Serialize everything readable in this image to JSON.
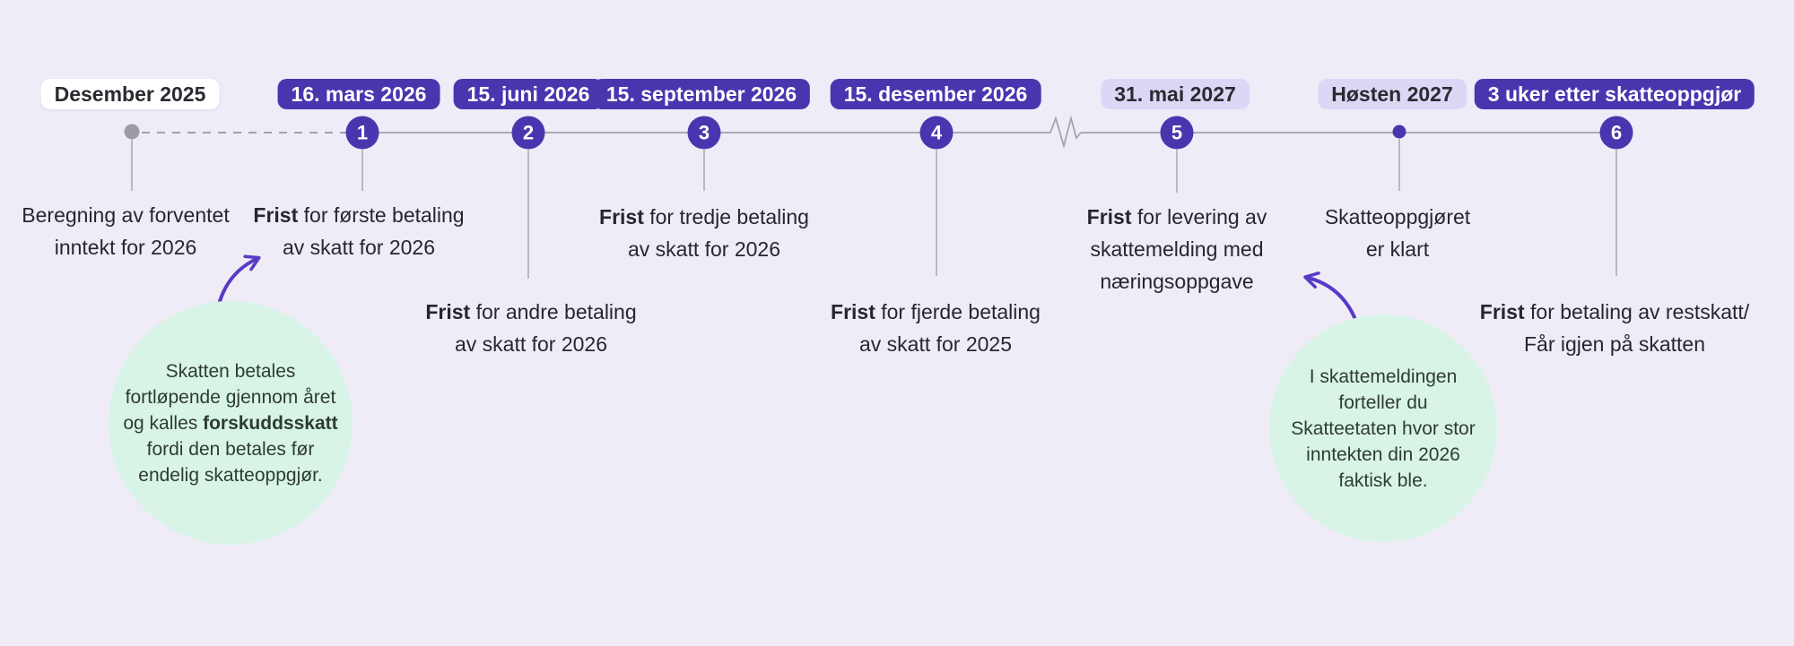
{
  "palette": {
    "background": "#efecf8",
    "accent_purple": "#4b35af",
    "light_badge": "#ddd7f6",
    "white_badge": "#ffffff",
    "mint_callout": "#d8f4e6",
    "arrow_purple": "#563bc4",
    "line_gray": "#a2a1ac",
    "text_dark": "#27262e"
  },
  "icons": {
    "break": "timeline-break-zigzag-icon",
    "arrow": "curved-arrow-icon"
  },
  "timeline": {
    "nodes": [
      {
        "badge": "Desember 2025",
        "badge_style": "white",
        "marker": "gray-dot",
        "desc": {
          "rest1": "Beregning av forventet",
          "line2": "inntekt for 2026"
        }
      },
      {
        "badge": "16. mars 2026",
        "badge_style": "purple",
        "marker": "numbered-circle",
        "number": "1",
        "desc": {
          "bold": "Frist",
          "rest1": " for første betaling",
          "line2": "av skatt for 2026"
        }
      },
      {
        "badge": "15. juni 2026",
        "badge_style": "purple",
        "marker": "numbered-circle",
        "number": "2",
        "desc": {
          "bold": "Frist",
          "rest1": " for andre betaling",
          "line2": "av skatt for 2026"
        }
      },
      {
        "badge": "15. september 2026",
        "badge_style": "purple",
        "marker": "numbered-circle",
        "number": "3",
        "desc": {
          "bold": "Frist",
          "rest1": " for tredje betaling",
          "line2": "av skatt for 2026"
        }
      },
      {
        "badge": "15. desember 2026",
        "badge_style": "purple",
        "marker": "numbered-circle",
        "number": "4",
        "desc": {
          "bold": "Frist",
          "rest1": " for fjerde betaling",
          "line2": "av skatt for 2025"
        }
      },
      {
        "badge": "31. mai 2027",
        "badge_style": "light",
        "marker": "numbered-circle",
        "number": "5",
        "desc": {
          "bold": "Frist",
          "rest1": " for levering av",
          "line2": "skattemelding med",
          "line3": "næringsoppgave"
        }
      },
      {
        "badge": "Høsten 2027",
        "badge_style": "light",
        "marker": "purple-dot",
        "desc": {
          "rest1": "Skatteoppgjøret",
          "line2": "er klart"
        }
      },
      {
        "badge": "3 uker etter skatteoppgjør",
        "badge_style": "purple",
        "marker": "numbered-circle",
        "number": "6",
        "desc": {
          "bold": "Frist",
          "rest1": " for betaling av restskatt/",
          "line2": "Får igjen på skatten"
        }
      }
    ]
  },
  "callouts": [
    {
      "line1": "Skatten betales",
      "line2": "fortløpende gjennom året",
      "line3_pre": "og kalles ",
      "line3_bold": "forskuddsskatt",
      "line4": "fordi den betales før",
      "line5": "endelig skatteoppgjør."
    },
    {
      "line1": "I skattemeldingen",
      "line2": "forteller du",
      "line3": "Skatteetaten hvor stor",
      "line4": "inntekten din 2026",
      "line5": "faktisk ble."
    }
  ]
}
